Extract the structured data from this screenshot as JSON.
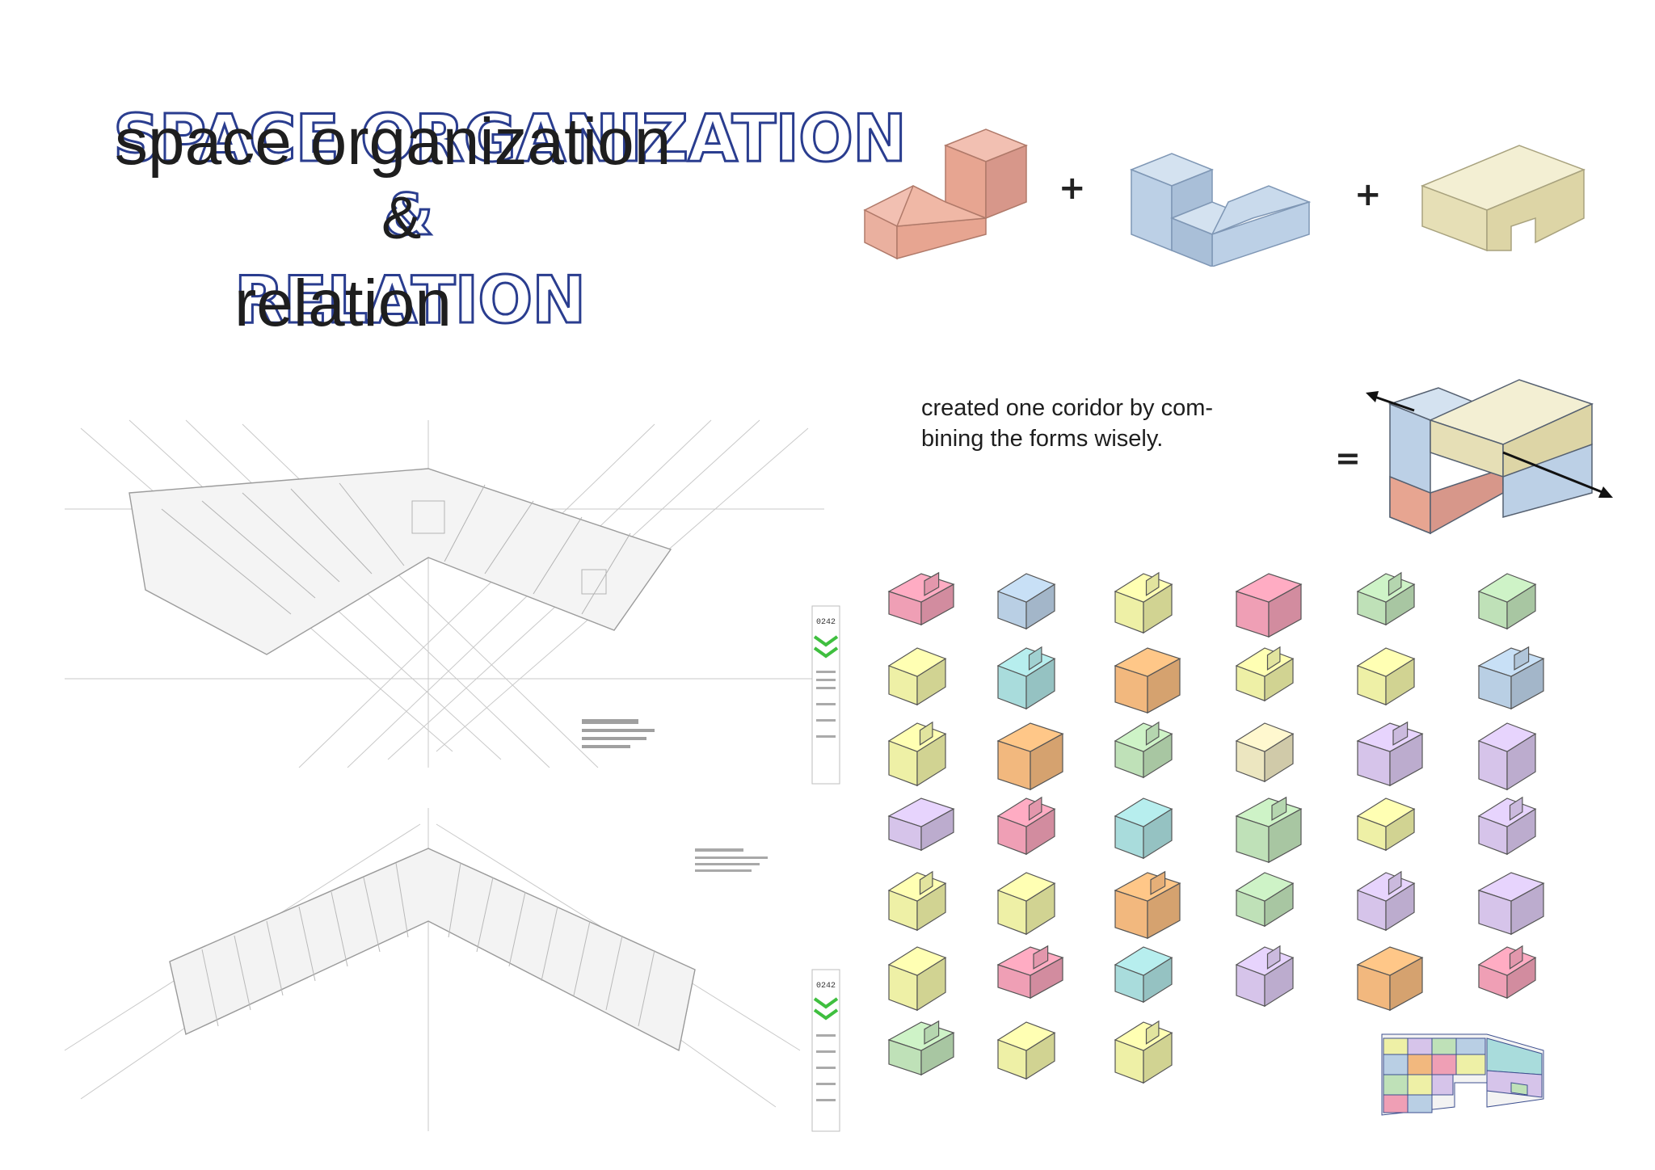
{
  "title": {
    "outline_line1": "SPACE ORGANIZATION",
    "outline_line2": "&",
    "outline_line3": "RELATION",
    "plain_line1": "space organization",
    "plain_line2": "&",
    "plain_line3": "relation"
  },
  "caption": "created one coridor by com- bining the forms wisely.",
  "operators": {
    "plus": "+",
    "equals": "="
  },
  "colors": {
    "salmon": "#e9a895",
    "blue": "#b9cfe4",
    "cream": "#ece6c0",
    "pink": "#ef9fb5",
    "yellow": "#eef0a6",
    "green": "#bfe1b8",
    "orange": "#f2b87e",
    "lavender": "#d6c4ea",
    "teal": "#a9dcdc",
    "outline": "#2a3d8f"
  },
  "plans": {
    "plan_a_stamp": "0242",
    "plan_b_stamp": "0242"
  }
}
